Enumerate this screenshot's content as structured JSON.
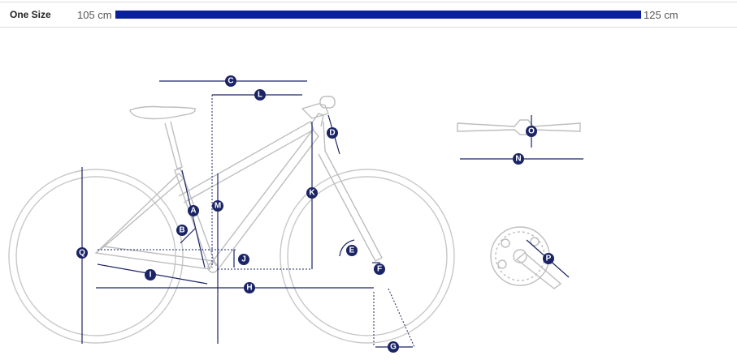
{
  "size_selector": {
    "label": "One Size",
    "range_min": "105 cm",
    "range_max": "125 cm",
    "fill_fraction": 1.0,
    "bar_color": "#0a1f9b"
  },
  "diagram": {
    "dimension_labels": {
      "A": "A",
      "B": "B",
      "C": "C",
      "D": "D",
      "E": "E",
      "F": "F",
      "G": "G",
      "H": "H",
      "I": "I",
      "J": "J",
      "K": "K",
      "L": "L",
      "M": "M",
      "N": "N",
      "O": "O",
      "P": "P",
      "Q": "Q"
    },
    "line_color": "#1b2466"
  }
}
